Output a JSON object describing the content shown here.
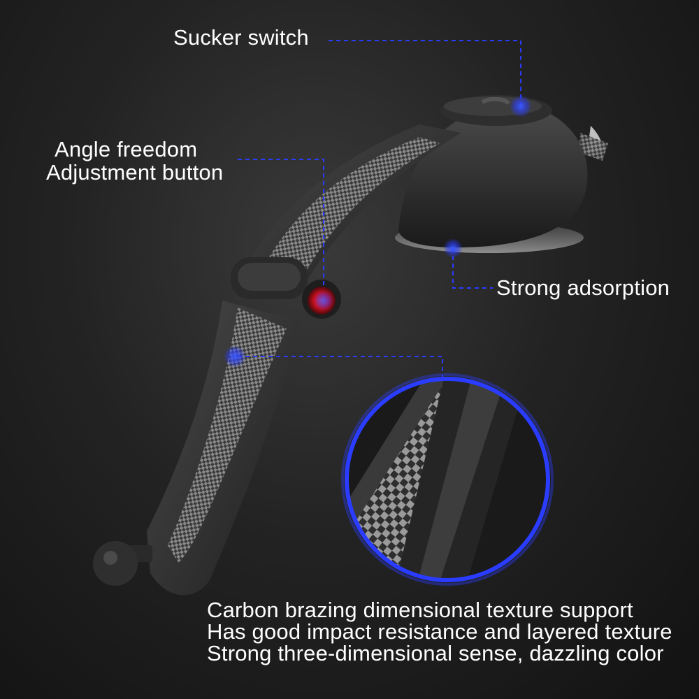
{
  "callouts": {
    "sucker_switch": "Sucker switch",
    "angle_line1": "Angle freedom",
    "angle_line2": "Adjustment button",
    "strong_adsorption": "Strong adsorption",
    "carbon_lines": [
      "Carbon brazing dimensional texture support",
      "Has good impact resistance and layered texture",
      "Strong three-dimensional sense, dazzling color"
    ]
  },
  "colors": {
    "leader_line": "#2a3cff",
    "accent_button": "#e0202a",
    "background": "#1c1c1c"
  }
}
